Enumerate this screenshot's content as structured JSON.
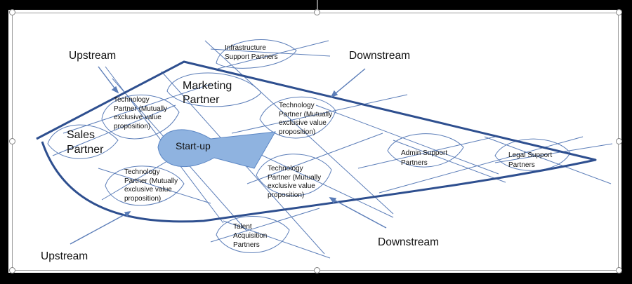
{
  "diagram": {
    "flows": {
      "upstream_top": "Upstream",
      "downstream_top": "Downstream",
      "upstream_bottom": "Upstream",
      "downstream_bottom": "Downstream"
    },
    "center": "Start-up",
    "partners": {
      "infrastructure": [
        "Infrastructure",
        "Support Partners"
      ],
      "marketing": [
        "Marketing",
        "Partner"
      ],
      "sales": [
        "Sales",
        "Partner"
      ],
      "tech_left_top": [
        "Technology",
        "Partner (Mutually",
        "exclusive value",
        "proposition)"
      ],
      "tech_left_bottom": [
        "Technology",
        "Partner (Mutually",
        "exclusive value",
        "proposition)"
      ],
      "tech_center_top": [
        "Technology",
        "Partner (Mutually",
        "exclusive value",
        "proposition)"
      ],
      "tech_center_bottom": [
        "Technology",
        "Partner (Mutually",
        "exclusive value",
        "proposition)"
      ],
      "admin": [
        "Admin Support",
        "Partners"
      ],
      "legal": [
        "Legal Support",
        "Partners"
      ],
      "talent": [
        "Talent",
        "Acquisition",
        "Partners"
      ]
    },
    "colors": {
      "outline": "#2e4f8f",
      "thin_line": "#5b7db8",
      "startup_fill": "#8fb3e0",
      "startup_stroke": "#5b86c4"
    }
  }
}
